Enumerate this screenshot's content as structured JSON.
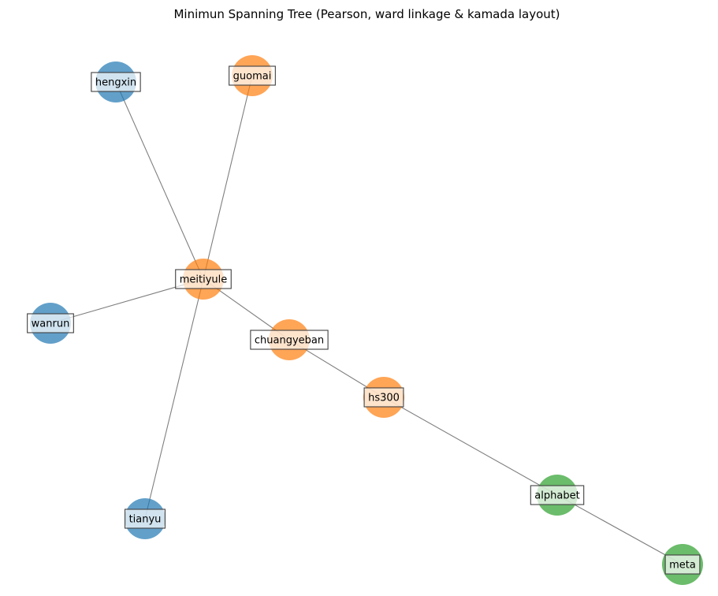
{
  "title": "Minimun Spanning Tree (Pearson, ward linkage & kamada layout)",
  "chart_data": {
    "type": "network",
    "title": "Minimun Spanning Tree (Pearson, ward linkage & kamada layout)",
    "cluster_colors": {
      "1": "#1f77b4",
      "2": "#ff7f0e",
      "3": "#2ca02c"
    },
    "nodes": [
      {
        "id": "hengxin",
        "cluster": "1"
      },
      {
        "id": "guomai",
        "cluster": "2"
      },
      {
        "id": "meitiyule",
        "cluster": "2"
      },
      {
        "id": "wanrun",
        "cluster": "1"
      },
      {
        "id": "chuangyeban",
        "cluster": "2"
      },
      {
        "id": "hs300",
        "cluster": "2"
      },
      {
        "id": "tianyu",
        "cluster": "1"
      },
      {
        "id": "alphabet",
        "cluster": "3"
      },
      {
        "id": "meta",
        "cluster": "3"
      }
    ],
    "edges": [
      [
        "meitiyule",
        "hengxin"
      ],
      [
        "meitiyule",
        "guomai"
      ],
      [
        "meitiyule",
        "wanrun"
      ],
      [
        "meitiyule",
        "tianyu"
      ],
      [
        "meitiyule",
        "chuangyeban"
      ],
      [
        "chuangyeban",
        "hs300"
      ],
      [
        "hs300",
        "alphabet"
      ],
      [
        "alphabet",
        "meta"
      ]
    ]
  }
}
